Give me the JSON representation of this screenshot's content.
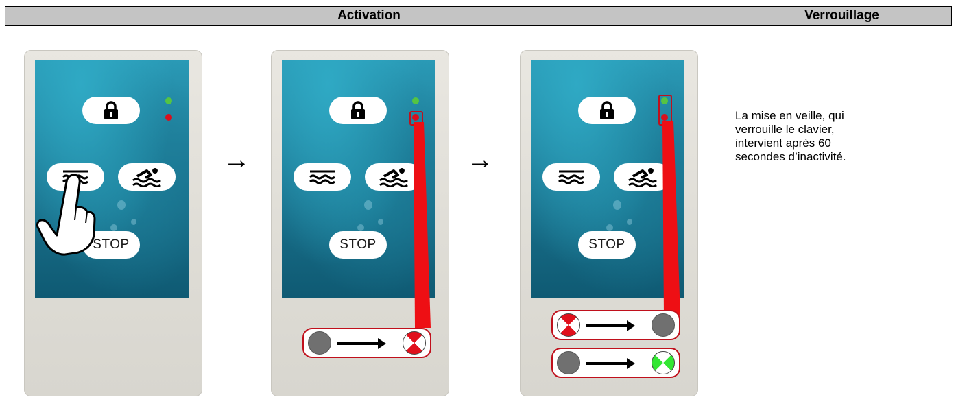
{
  "headers": {
    "activation": "Activation",
    "verrouillage": "Verrouillage"
  },
  "keypad": {
    "stop_label": "STOP"
  },
  "arrows": [
    "→",
    "→"
  ],
  "note": {
    "lines": [
      "La mise en veille, qui",
      "verrouille le clavier,",
      "intervient après 60",
      "secondes d’inactivité."
    ]
  },
  "colors": {
    "led_green": "#55c443",
    "led_red": "#d8101e",
    "highlight": "#c0101c",
    "accent_green": "#33e633"
  }
}
